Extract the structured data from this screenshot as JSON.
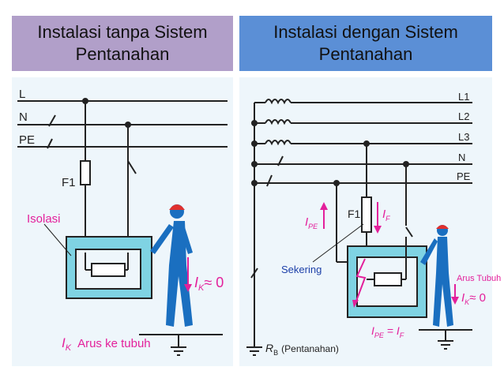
{
  "headers": {
    "left": {
      "line1": "Instalasi tanpa Sistem",
      "line2": "Pentanahan"
    },
    "right": {
      "line1": "Instalasi dengan Sistem",
      "line2": "Pentanahan"
    }
  },
  "left_diagram": {
    "bus_labels": {
      "l": "L",
      "n": "N",
      "pe": "PE"
    },
    "fuse_label": "F1",
    "isolation_label": "Isolasi",
    "current_label": "I",
    "current_sub": "K",
    "current_value": "≈ 0",
    "arus_label_i": "I",
    "arus_label_sub": "K",
    "arus_label_text": "Arus ke tubuh"
  },
  "right_diagram": {
    "bus_labels": {
      "l1": "L1",
      "l2": "L2",
      "l3": "L3",
      "n": "N",
      "pe": "PE"
    },
    "fuse_label": "F1",
    "ipe_label": "I",
    "ipe_sub": "PE",
    "if_label": "I",
    "if_sub": "F",
    "sekering_label": "Sekering",
    "arus_tubuh_label": "Arus Tubuh",
    "ik_label": "I",
    "ik_sub": "K",
    "ik_value": "≈ 0",
    "eq_left": "I",
    "eq_left_sub": "PE",
    "eq_mid": " = I",
    "eq_right_sub": "F",
    "rb_label": "R",
    "rb_sub": "B",
    "rb_text": "(Pentanahan)"
  },
  "colors": {
    "header_left": "#b19fc9",
    "header_right": "#5b8fd6",
    "panel_bg": "#eef6fb",
    "housing_fill": "#7fd3e3",
    "person": "#1a6fc0",
    "helmet": "#e0302e",
    "magenta": "#e3209b",
    "line": "#222222"
  }
}
